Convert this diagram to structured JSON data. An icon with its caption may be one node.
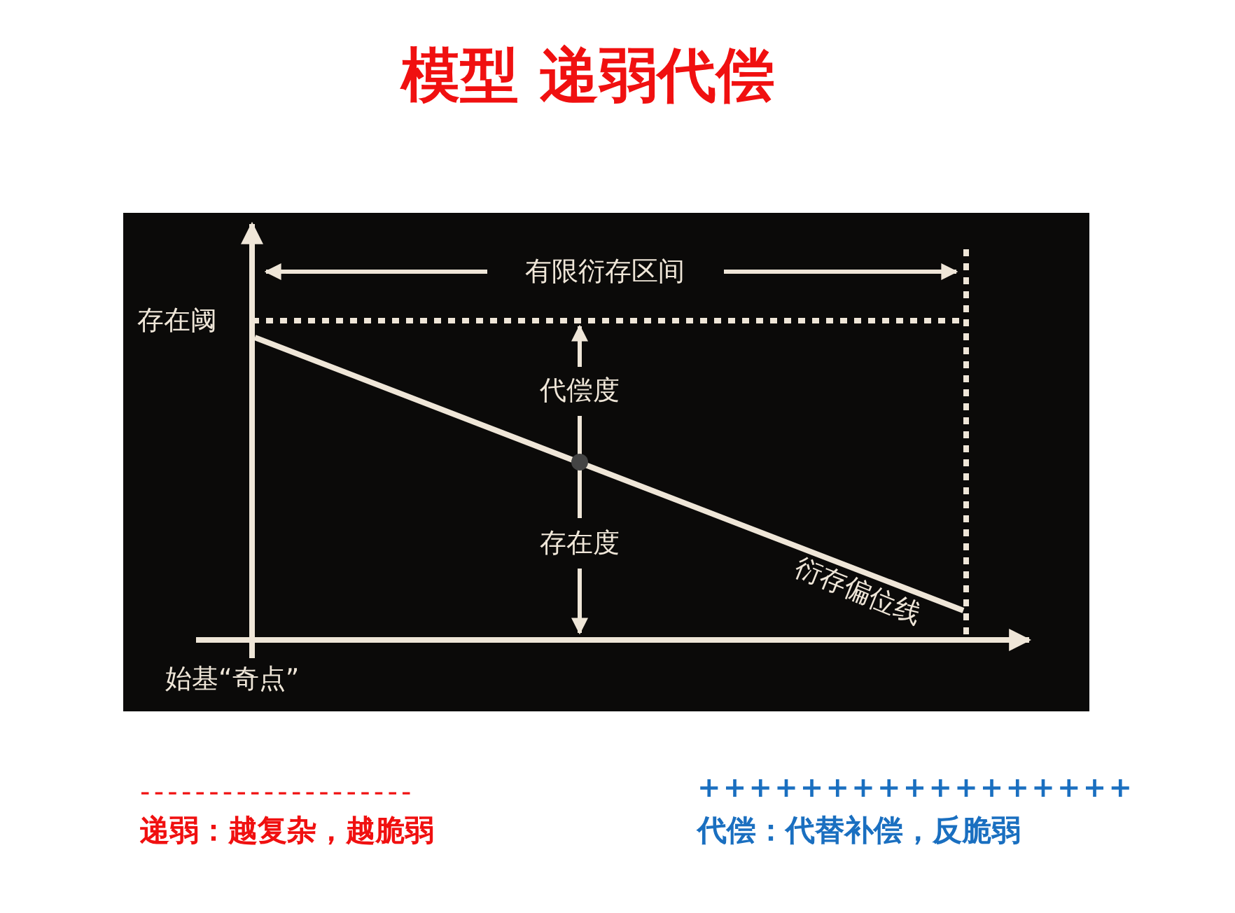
{
  "diagram": {
    "title": "模型 递弱代偿",
    "labels": [
      "有限衍存区间",
      "存在阈",
      "代偿度",
      "存在度",
      "衍存偏位线",
      "始基“奇点”",
      "--------------------",
      "递弱：越复杂，越脆弱",
      "+++++++++++++++++",
      "代偿：代替补偿，反脆弱"
    ]
  }
}
